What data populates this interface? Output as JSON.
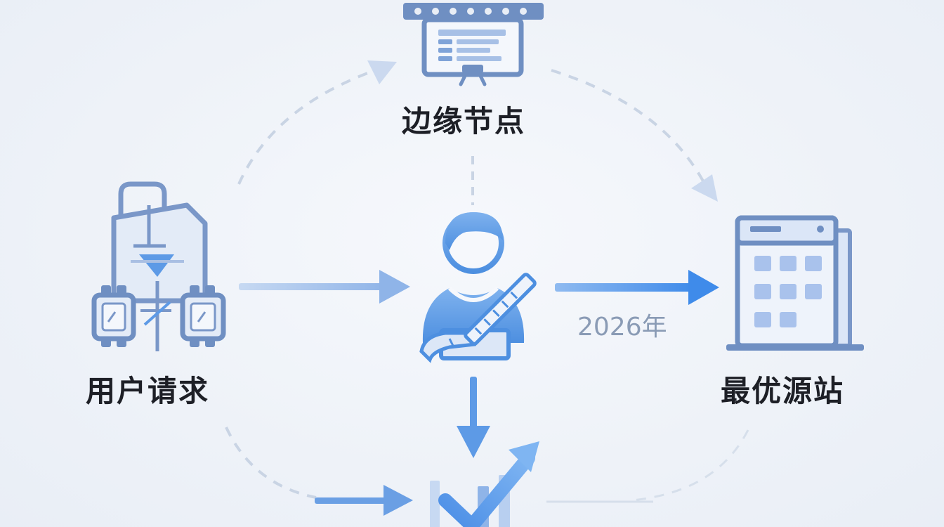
{
  "nodes": {
    "edge_node": {
      "label": "边缘节点",
      "icon": "server-rack-icon"
    },
    "user_request": {
      "label": "用户请求",
      "icon": "client-devices-icon"
    },
    "origin": {
      "label": "最优源站",
      "icon": "server-building-icon"
    },
    "scheduler": {
      "icon": "person-with-tool-icon"
    },
    "result": {
      "icon": "chart-checkmark-icon"
    }
  },
  "connector_label": "2026年",
  "colors": {
    "accent": "#4a90e2",
    "icon_stroke": "#6f8fc2",
    "icon_fill": "#dbe6f7",
    "dashed": "#c9d4e4",
    "label": "#1d1f26",
    "year": "#8a9bb5"
  }
}
